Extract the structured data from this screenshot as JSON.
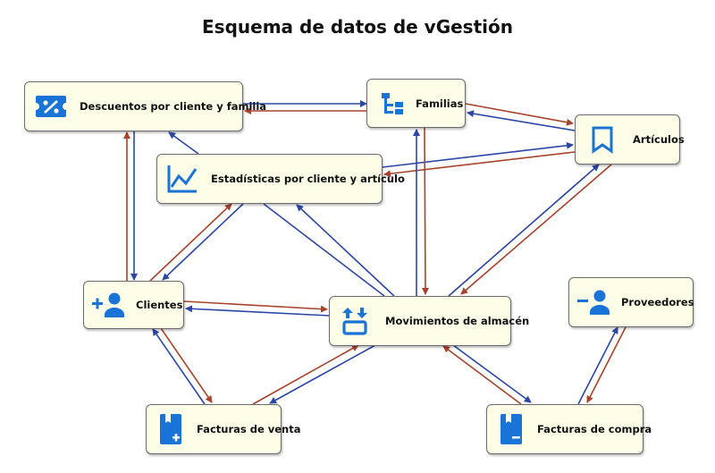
{
  "title": "Esquema de datos de vGestión",
  "colors": {
    "outgoing": "#2b46a8",
    "incoming": "#a8422b",
    "icon": "#1a73d6",
    "node_bg": "#fdfde8"
  },
  "nodes": {
    "descuentos": {
      "label": "Descuentos por cliente y familia",
      "icon": "discount-icon"
    },
    "familias": {
      "label": "Familias",
      "icon": "tree-icon"
    },
    "articulos": {
      "label": "Artículos",
      "icon": "bookmark-icon"
    },
    "estadisticas": {
      "label": "Estadísticas por cliente y artículo",
      "icon": "chart-icon"
    },
    "clientes": {
      "label": "Clientes",
      "icon": "add-person-icon"
    },
    "movimientos": {
      "label": "Movimientos de almacén",
      "icon": "transfer-icon"
    },
    "proveedores": {
      "label": "Proveedores",
      "icon": "remove-person-icon"
    },
    "facturas_venta": {
      "label": "Facturas de venta",
      "icon": "invoice-plus-icon"
    },
    "facturas_compra": {
      "label": "Facturas de compra",
      "icon": "invoice-minus-icon"
    }
  },
  "relations": [
    [
      "descuentos",
      "familias"
    ],
    [
      "familias",
      "articulos"
    ],
    [
      "estadisticas",
      "articulos"
    ],
    [
      "estadisticas",
      "descuentos"
    ],
    [
      "clientes",
      "descuentos"
    ],
    [
      "clientes",
      "estadisticas"
    ],
    [
      "movimientos",
      "estadisticas"
    ],
    [
      "movimientos",
      "familias"
    ],
    [
      "movimientos",
      "articulos"
    ],
    [
      "movimientos",
      "clientes"
    ],
    [
      "facturas_venta",
      "clientes"
    ],
    [
      "facturas_venta",
      "movimientos"
    ],
    [
      "facturas_compra",
      "movimientos"
    ],
    [
      "facturas_compra",
      "proveedores"
    ]
  ]
}
